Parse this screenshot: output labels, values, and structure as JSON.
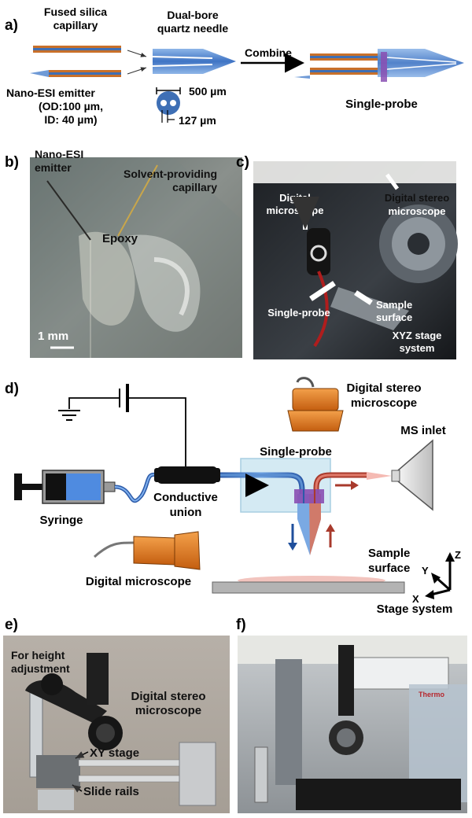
{
  "panels": {
    "a": "a)",
    "b": "b)",
    "c": "c)",
    "d": "d)",
    "e": "e)",
    "f": "f)"
  },
  "panel_a": {
    "fused_silica_1": "Fused silica",
    "fused_silica_2": "capillary",
    "dual_bore_1": "Dual-bore",
    "dual_bore_2": "quartz needle",
    "combine": "Combine",
    "emitter_1": "Nano-ESI emitter",
    "emitter_2": "(OD:100 µm,",
    "emitter_3": "ID: 40 µm)",
    "dim_500": "500 µm",
    "dim_127": "127 µm",
    "single_probe": "Single-probe"
  },
  "panel_b": {
    "emitter_1": "Nano-ESI",
    "emitter_2": "emitter",
    "solvent_1": "Solvent-providing",
    "solvent_2": "capillary",
    "epoxy": "Epoxy",
    "scale": "1 mm"
  },
  "panel_c": {
    "dm_1": "Digital",
    "dm_2": "microscope",
    "dsm_1": "Digital stereo",
    "dsm_2": "microscope",
    "single_probe": "Single-probe",
    "sample_1": "Sample",
    "sample_2": "surface",
    "xyz_1": "XYZ stage",
    "xyz_2": "system"
  },
  "panel_d": {
    "dsm_1": "Digital stereo",
    "dsm_2": "microscope",
    "ms_inlet": "MS inlet",
    "single_probe": "Single-probe",
    "syringe": "Syringe",
    "union_1": "Conductive",
    "union_2": "union",
    "digital_microscope": "Digital microscope",
    "sample_1": "Sample",
    "sample_2": "surface",
    "axis_z": "Z",
    "axis_y": "Y",
    "axis_x": "X",
    "stage_system": "Stage system"
  },
  "panel_e": {
    "height_1": "For height",
    "height_2": "adjustment",
    "dsm_1": "Digital stereo",
    "dsm_2": "microscope",
    "xy_stage": "XY stage",
    "slide_rails": "Slide rails"
  },
  "panel_f": {
    "brand": "Thermo"
  },
  "colors": {
    "capillary_orange": "#c8702a",
    "capillary_blue": "#3e6fb5",
    "needle_blue": "#5b8fd1",
    "epoxy_purple": "#8a4fb3",
    "solvent_blue": "#4a8be0",
    "solvent_red": "#c74a3a",
    "microscope_orange": "#e67a1e"
  }
}
